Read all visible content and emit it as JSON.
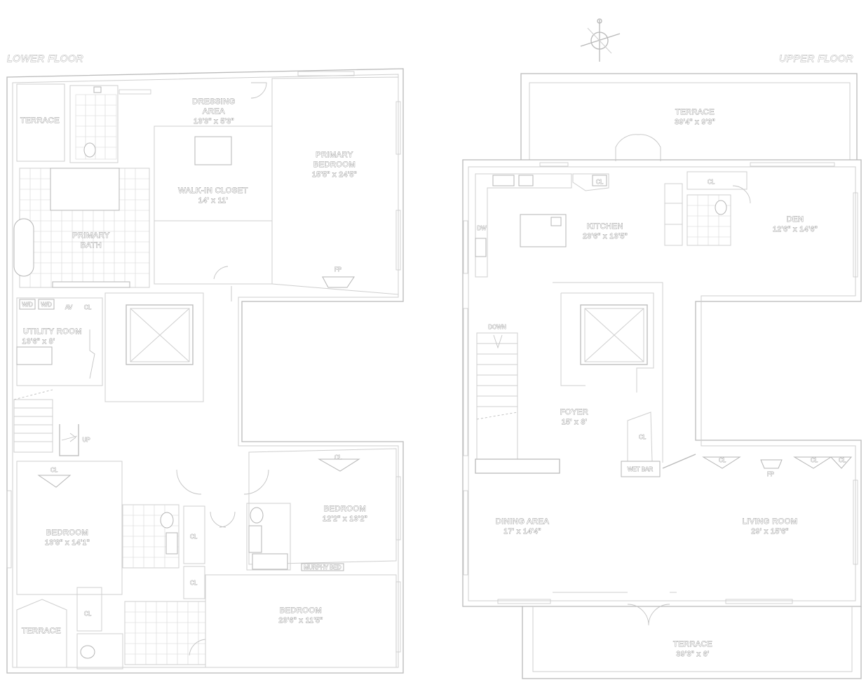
{
  "floors": {
    "lower": "LOWER FLOOR",
    "upper": "UPPER FLOOR"
  },
  "lower_rooms": {
    "terrace_top": "TERRACE",
    "dressing_name": "DRESSING",
    "dressing_name2": "AREA",
    "dressing_dim": "13'3\" x 5'3\"",
    "primary_name": "PRIMARY",
    "primary_name2": "BEDROOM",
    "primary_dim": "15'5\" x 24'5\"",
    "closet_name": "WALK-IN CLOSET",
    "closet_dim": "14' x 11'",
    "bath_name": "PRIMARY",
    "bath_name2": "BATH",
    "fp": "FP",
    "wd1": "W/D",
    "wd2": "W/D",
    "av": "AV",
    "cl_util": "CL",
    "utility_name": "UTILITY ROOM",
    "utility_dim": "13'6\" x 8'",
    "up": "UP",
    "cl_bed_left": "CL",
    "bed_left_name": "BEDROOM",
    "bed_left_dim": "13'8\" x 14'1\"",
    "cl_bed_right": "CL",
    "bed_right_name": "BEDROOM",
    "bed_right_dim": "12'2\" x 13'2\"",
    "cl_hall1": "CL",
    "cl_hall2": "CL",
    "murphy": "MURPHY BED",
    "cl_bottom": "CL",
    "terrace_bottom": "TERRACE",
    "bed_bottom_name": "BEDROOM",
    "bed_bottom_dim": "23'6\" x 11'5\""
  },
  "upper_rooms": {
    "terrace_top_name": "TERRACE",
    "terrace_top_dim": "39'4\" x 9'3\"",
    "cl_kitchen": "CL",
    "kitchen_name": "KITCHEN",
    "kitchen_dim": "23'6\" x 13'5\"",
    "dw": "DW",
    "cl_den": "CL",
    "den_name": "DEN",
    "den_dim": "12'6\" x 14'6\"",
    "down": "DOWN",
    "foyer_name": "FOYER",
    "foyer_dim": "15' x 8'",
    "cl_foyer": "CL",
    "wet_bar": "WET BAR",
    "cl_lr1": "CL",
    "fp": "FP",
    "cl_lr2": "CL",
    "cl_lr3": "CL",
    "dining_name": "DINING AREA",
    "dining_dim": "17' x 14'4\"",
    "living_name": "LIVING ROOM",
    "living_dim": "29' x 15'6\"",
    "terrace_bottom_name": "TERRACE",
    "terrace_bottom_dim": "39'3\" x 6'"
  }
}
